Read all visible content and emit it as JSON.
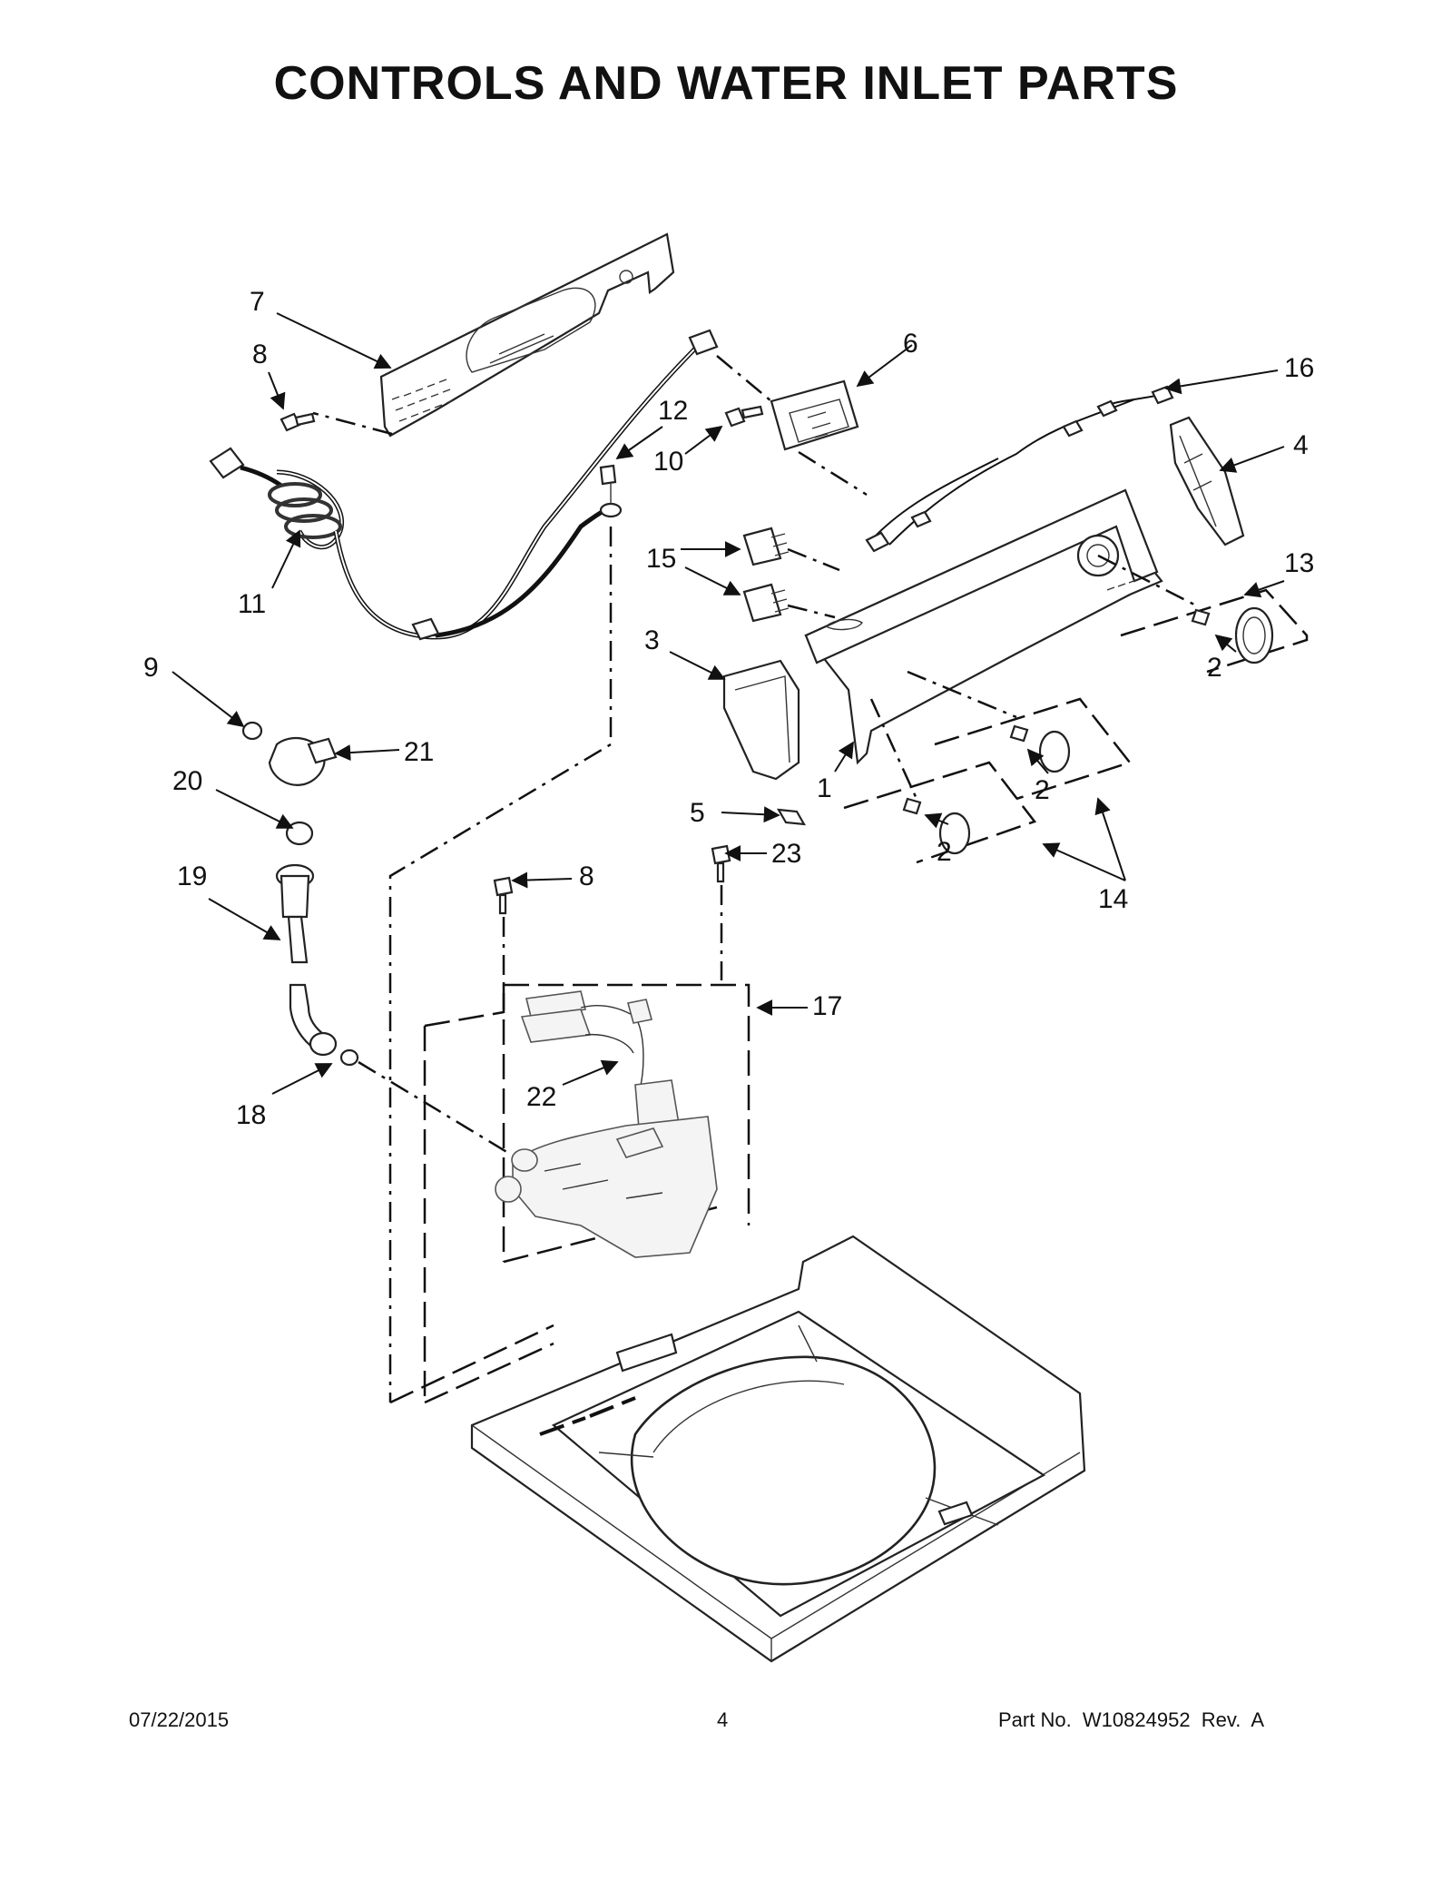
{
  "title": "CONTROLS AND WATER INLET PARTS",
  "footer": {
    "date": "07/22/2015",
    "page": "4",
    "part_no": "Part No.  W10824952  Rev.  A"
  },
  "callouts": {
    "c1": "1",
    "c2a": "2",
    "c2b": "2",
    "c2c": "2",
    "c3": "3",
    "c4": "4",
    "c5": "5",
    "c6": "6",
    "c7": "7",
    "c8a": "8",
    "c8b": "8",
    "c9": "9",
    "c10": "10",
    "c11": "11",
    "c12": "12",
    "c13": "13",
    "c14": "14",
    "c15": "15",
    "c16": "16",
    "c17": "17",
    "c18": "18",
    "c19": "19",
    "c20": "20",
    "c21": "21",
    "c22": "22",
    "c23": "23"
  }
}
